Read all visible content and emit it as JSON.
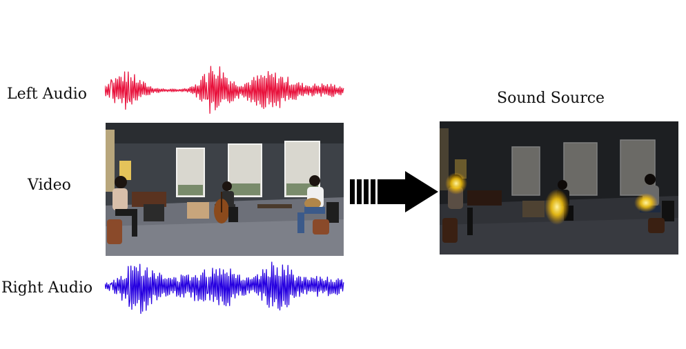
{
  "labels": {
    "left_audio": "Left Audio",
    "video": "Video",
    "right_audio": "Right Audio",
    "sound_source": "Sound Source"
  },
  "colors": {
    "left_wave": "#e8123c",
    "right_wave": "#2600e0",
    "highlight": "#ffd21a"
  }
}
